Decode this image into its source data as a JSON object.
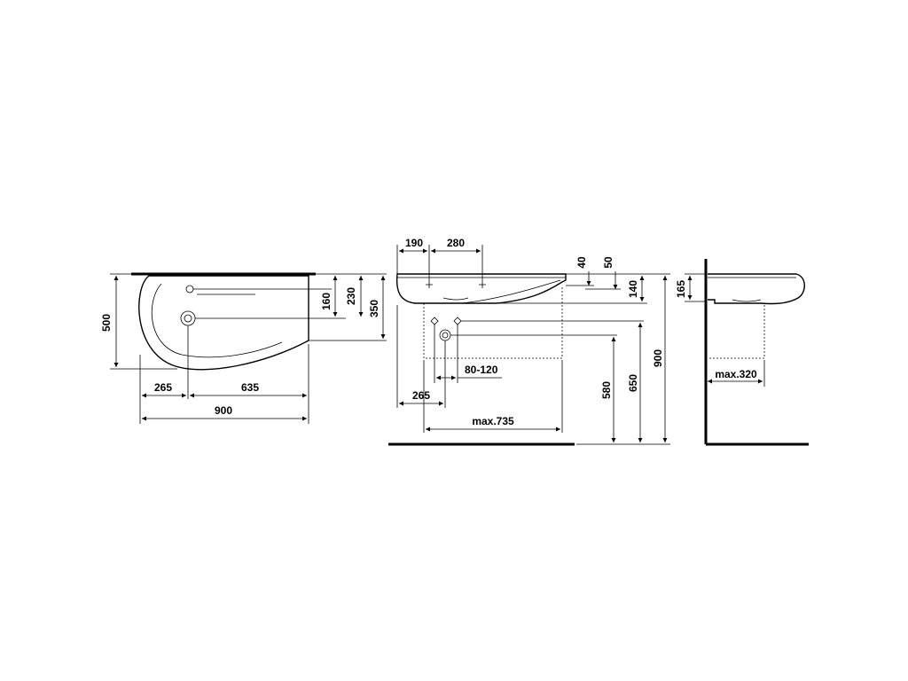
{
  "plan_view": {
    "depth_500": "500",
    "tap_160": "160",
    "outlet_230": "230",
    "overall_350": "350",
    "left_265": "265",
    "right_635": "635",
    "width_900": "900"
  },
  "front_view": {
    "tap_190": "190",
    "tap_280": "280",
    "height_40": "40",
    "height_50": "50",
    "height_140": "140",
    "range_80_120": "80-120",
    "left_265": "265",
    "max_735": "max.735",
    "height_580": "580",
    "height_650": "650",
    "height_900": "900"
  },
  "side_view": {
    "height_165": "165",
    "max_320": "max.320"
  }
}
